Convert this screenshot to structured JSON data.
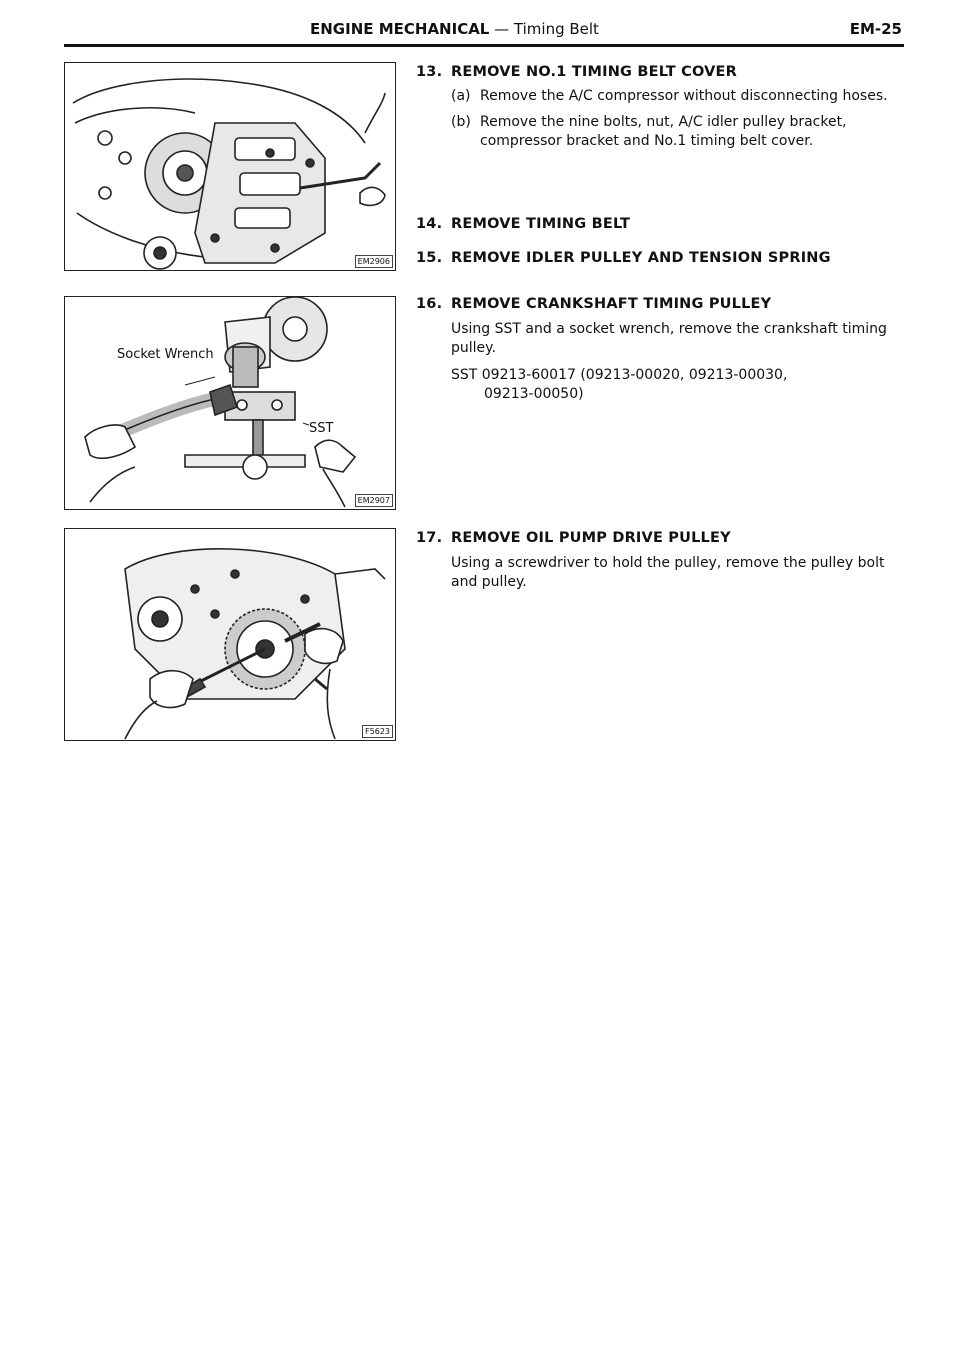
{
  "header": {
    "section": "ENGINE MECHANICAL",
    "dash": " — ",
    "subsection": "Timing Belt",
    "page": "EM-25"
  },
  "figures": [
    {
      "code": "EM2906",
      "labels": []
    },
    {
      "code": "EM2907",
      "labels": [
        "Socket Wrench",
        "SST"
      ]
    },
    {
      "code": "F5623",
      "labels": []
    }
  ],
  "steps": [
    {
      "num": "13.",
      "title": "REMOVE NO.1 TIMING BELT COVER",
      "subs": [
        {
          "tag": "(a)",
          "text": "Remove the A/C compressor without disconnecting hoses."
        },
        {
          "tag": "(b)",
          "text": "Remove the nine bolts, nut, A/C idler pulley bracket, compressor bracket and No.1 timing belt cover."
        }
      ]
    },
    {
      "num": "14.",
      "title": "REMOVE TIMING BELT"
    },
    {
      "num": "15.",
      "title": "REMOVE IDLER PULLEY AND TENSION SPRING"
    },
    {
      "num": "16.",
      "title": "REMOVE CRANKSHAFT TIMING PULLEY",
      "body": "Using SST and a socket wrench, remove the crankshaft timing pulley.",
      "sst_line1": "SST 09213-60017 (09213-00020, 09213-00030,",
      "sst_line2": "09213-00050)"
    },
    {
      "num": "17.",
      "title": "REMOVE OIL PUMP DRIVE PULLEY",
      "body": "Using a screwdriver to hold the pulley, remove the pulley bolt and pulley."
    }
  ]
}
